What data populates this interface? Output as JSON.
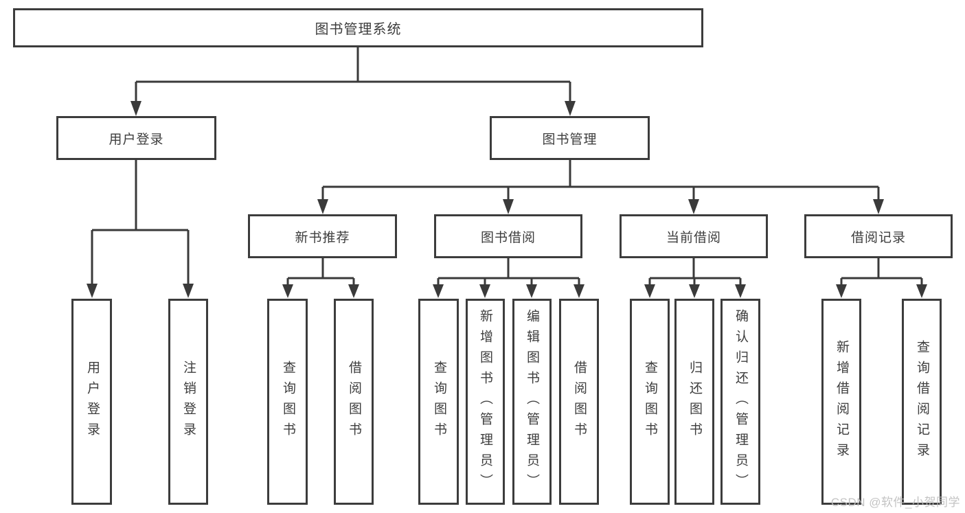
{
  "tree": {
    "root": {
      "label": "图书管理系统"
    },
    "branches": [
      {
        "label": "用户登录",
        "leaves": [
          {
            "label": "用户登录"
          },
          {
            "label": "注销登录"
          }
        ]
      },
      {
        "label": "图书管理",
        "groups": [
          {
            "label": "新书推荐",
            "leaves": [
              {
                "label": "查询图书"
              },
              {
                "label": "借阅图书"
              }
            ]
          },
          {
            "label": "图书借阅",
            "leaves": [
              {
                "label": "查询图书"
              },
              {
                "label": "新增图书（管理员）"
              },
              {
                "label": "编辑图书（管理员）"
              },
              {
                "label": "借阅图书"
              }
            ]
          },
          {
            "label": "当前借阅",
            "leaves": [
              {
                "label": "查询图书"
              },
              {
                "label": "归还图书"
              },
              {
                "label": "确认归还（管理员）"
              }
            ]
          },
          {
            "label": "借阅记录",
            "leaves": [
              {
                "label": "新增借阅记录"
              },
              {
                "label": "查询借阅记录"
              }
            ]
          }
        ]
      }
    ]
  },
  "watermark": {
    "text": "CSDN @软件_小贺同学"
  },
  "colors": {
    "line": "#3a3a3a",
    "box_border": "#3c3c3c",
    "text": "#3d3d3d",
    "watermark": "#bdbdbd",
    "background": "#ffffff"
  }
}
